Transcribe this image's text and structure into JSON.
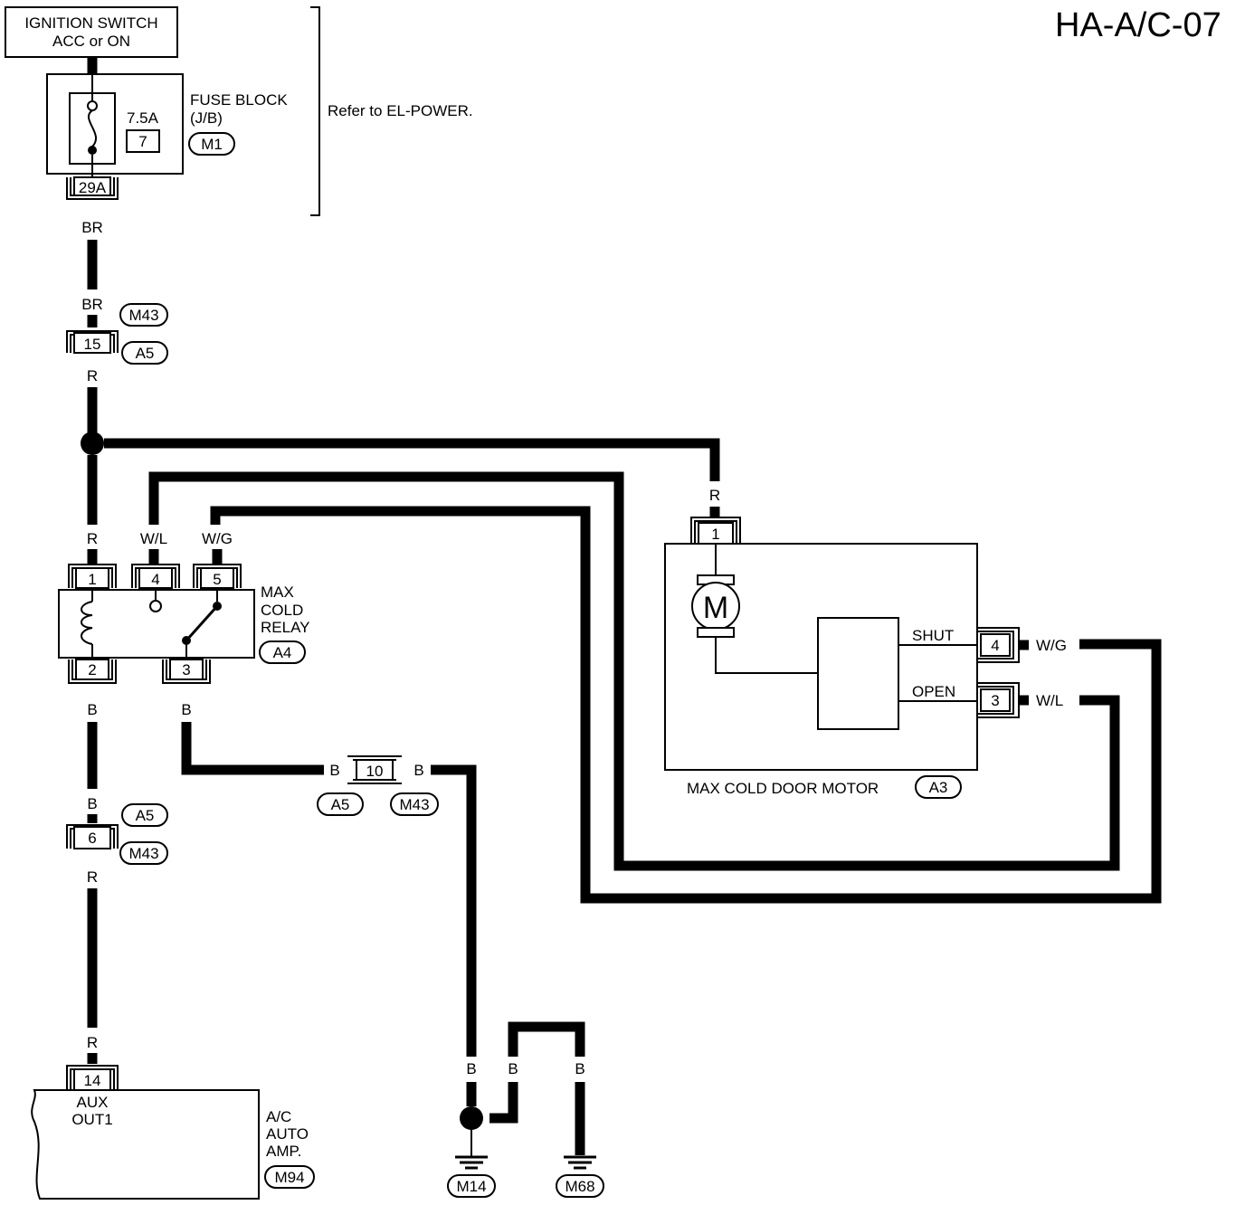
{
  "diagram": {
    "page_code": "HA-A/C-07",
    "ignition_switch": {
      "line1": "IGNITION SWITCH",
      "line2": "ACC or ON"
    },
    "fuse_block": {
      "rating": "7.5A",
      "fuse_number": "7",
      "label_line1": "FUSE BLOCK",
      "label_line2": "(J/B)",
      "connector_ref": "M1",
      "terminal": "29A"
    },
    "refer_note": "Refer to EL-POWER.",
    "wire_colors": {
      "br_top": "BR",
      "br_lower": "BR",
      "r_after_15": "R",
      "r_to_relay": "R",
      "wl_to_relay": "W/L",
      "wg_to_relay": "W/G",
      "r_to_motor": "R",
      "b_relay_2": "B",
      "b_relay_3": "B",
      "b_above_6": "B",
      "r_below_6": "R",
      "r_above_14": "R",
      "b_left_10": "B",
      "b_right_10": "B",
      "wg_motor": "W/G",
      "wl_motor": "W/L",
      "b_ground1": "B",
      "b_jumper": "B",
      "b_ground2": "B"
    },
    "connectors": {
      "c15": {
        "pin": "15",
        "ref_a": "M43",
        "ref_b": "A5"
      },
      "c6": {
        "pin": "6",
        "ref_a": "A5",
        "ref_b": "M43"
      },
      "c10": {
        "pin": "10",
        "ref_a": "A5",
        "ref_b": "M43"
      },
      "c14": {
        "pin": "14"
      }
    },
    "relay": {
      "pins": [
        "1",
        "4",
        "5",
        "2",
        "3"
      ],
      "label_line1": "MAX",
      "label_line2": "COLD",
      "label_line3": "RELAY",
      "ref": "A4"
    },
    "motor": {
      "symbol": "M",
      "pin1": "1",
      "shut_label": "SHUT",
      "shut_pin": "4",
      "open_label": "OPEN",
      "open_pin": "3",
      "name": "MAX COLD DOOR MOTOR",
      "ref": "A3"
    },
    "amp": {
      "terminal_line1": "AUX",
      "terminal_line2": "OUT1",
      "label_line1": "A/C",
      "label_line2": "AUTO",
      "label_line3": "AMP.",
      "ref": "M94"
    },
    "grounds": {
      "g1": "M14",
      "g2": "M68"
    }
  }
}
